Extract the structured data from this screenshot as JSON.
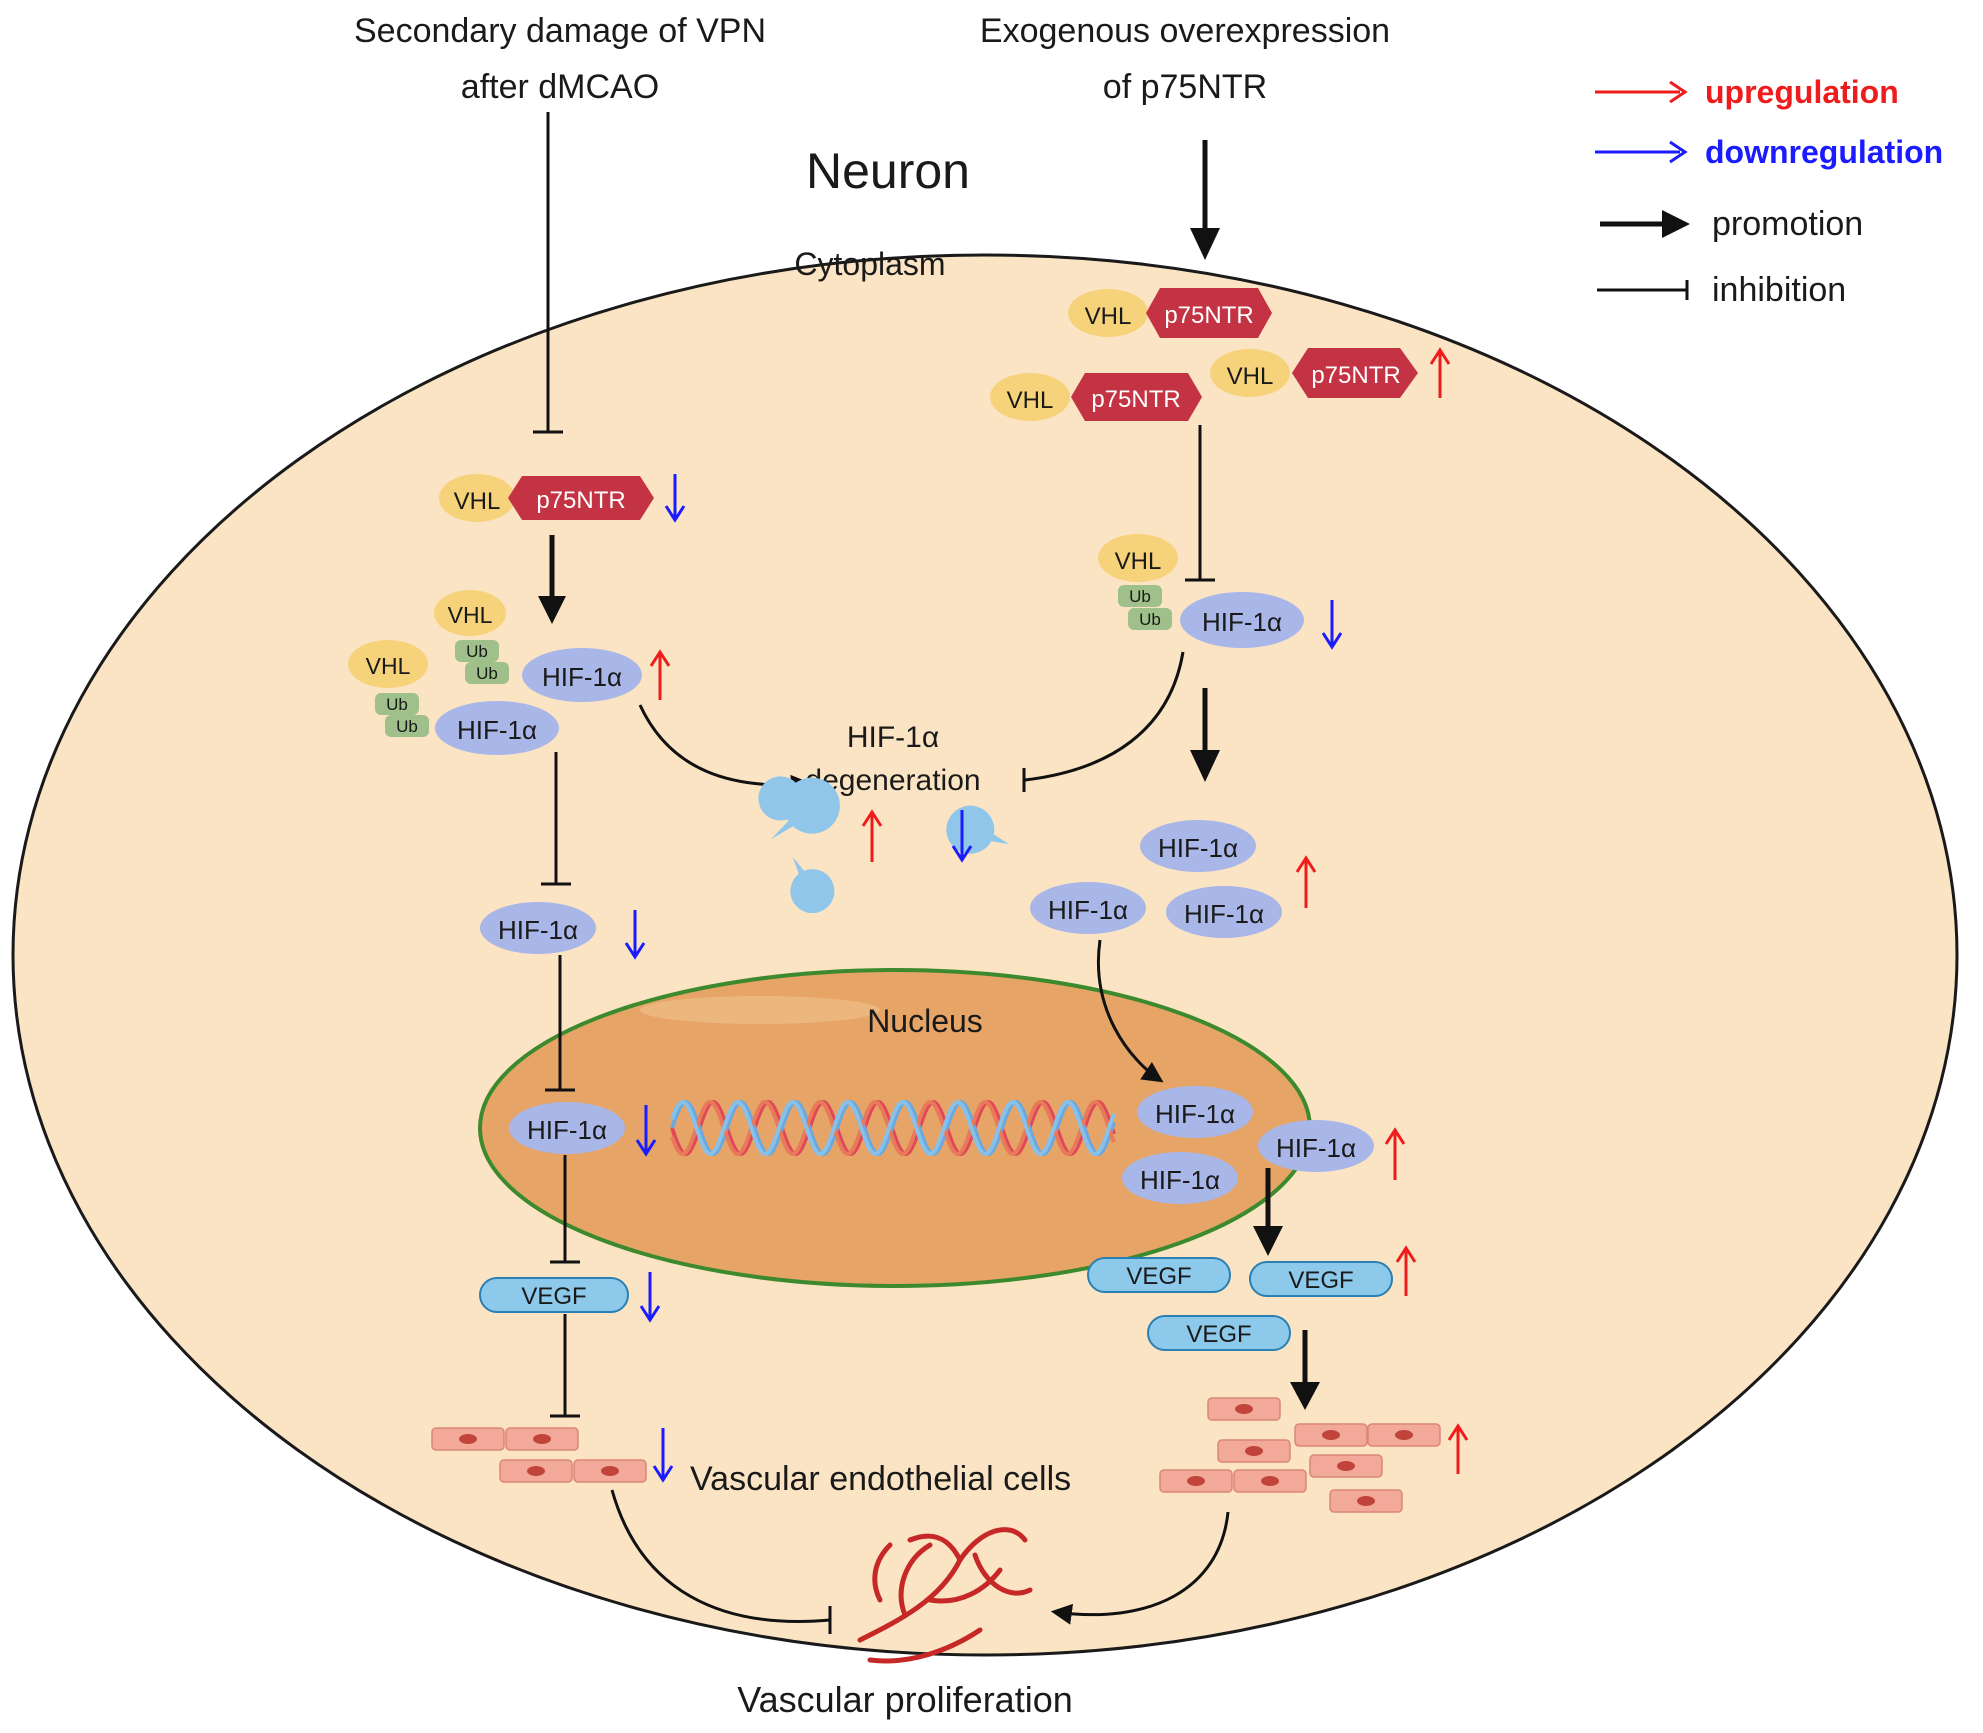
{
  "top_left_label": [
    "Secondary damage of VPN",
    "after dMCAO"
  ],
  "top_right_label": [
    "Exogenous overexpression",
    "of  p75NTR"
  ],
  "neuron": "Neuron",
  "cytoplasm": "Cytoplasm",
  "nucleus": "Nucleus",
  "legend": {
    "upregulation": "upregulation",
    "downregulation": "downregulation",
    "promotion": "promotion",
    "inhibition": "inhibition"
  },
  "proteins": {
    "vhl": "VHL",
    "p75": "p75NTR",
    "hif": "HIF-1α",
    "ub": "Ub",
    "vegf": "VEGF"
  },
  "degeneration": [
    "HIF-1α",
    "degeneration"
  ],
  "endothelial": "Vascular endothelial cells",
  "proliferation": "Vascular proliferation",
  "colors": {
    "up": "#ee1c1c",
    "down": "#1b1bff",
    "cell": "#fbe4c4",
    "nucleus": "#e6a466",
    "p75": "#c43343",
    "vhl": "#f6d27a",
    "hif": "#a8b6e8",
    "ub": "#9fc08a",
    "vegf": "#8cc9ea"
  }
}
